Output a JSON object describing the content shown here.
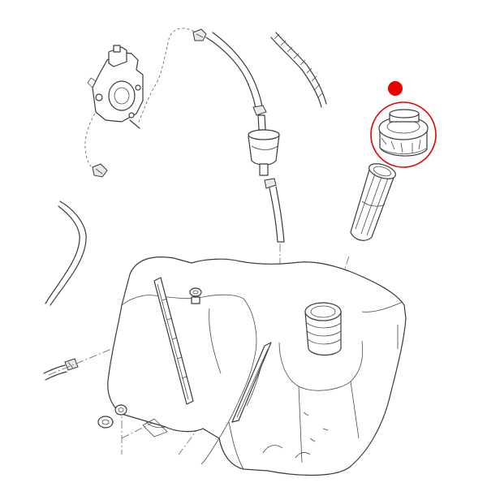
{
  "diagram": {
    "parts": [
      {
        "id": "fuel-pump",
        "icon": "fuel-pump-icon"
      },
      {
        "id": "fuel-filter",
        "icon": "inline-filter-icon"
      },
      {
        "id": "fuel-tank",
        "icon": "fuel-tank-icon"
      },
      {
        "id": "filler-strainer",
        "icon": "mesh-strainer-icon"
      },
      {
        "id": "tank-cap",
        "icon": "tank-cap-icon",
        "highlighted": true
      }
    ],
    "highlight": {
      "color": "#e60000",
      "marker_color": "#e60000"
    },
    "line_color": "#3a3a3a"
  }
}
